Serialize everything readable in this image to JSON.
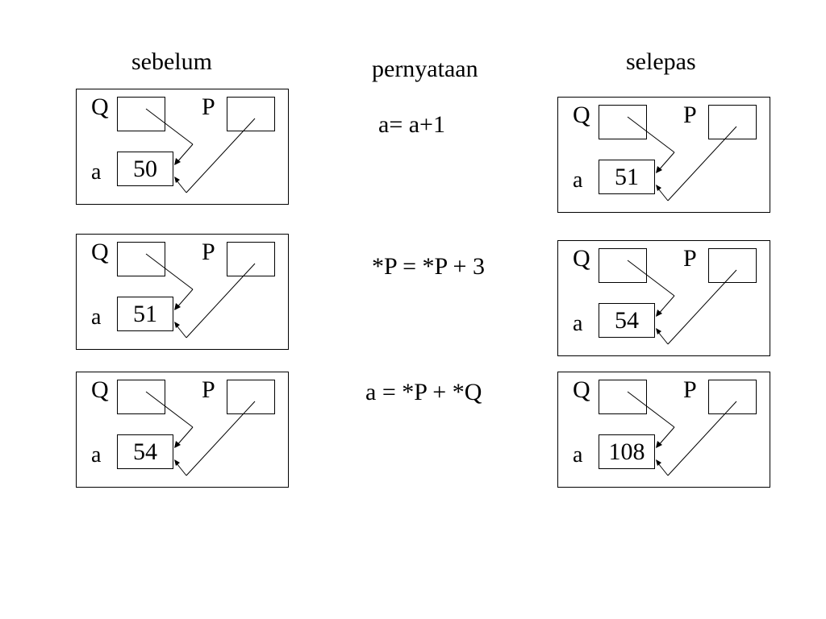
{
  "headings": {
    "before": "sebelum",
    "statement": "pernyataan",
    "after": "selepas"
  },
  "labels": {
    "q": "Q",
    "p": "P",
    "a": "a"
  },
  "rows": [
    {
      "statement": "a= a+1",
      "before_value": "50",
      "after_value": "51"
    },
    {
      "statement": "*P = *P + 3",
      "before_value": "51",
      "after_value": "54"
    },
    {
      "statement": "a = *P + *Q",
      "before_value": "54",
      "after_value": "108"
    }
  ],
  "colors": {
    "line": "#000000",
    "background": "#ffffff"
  }
}
